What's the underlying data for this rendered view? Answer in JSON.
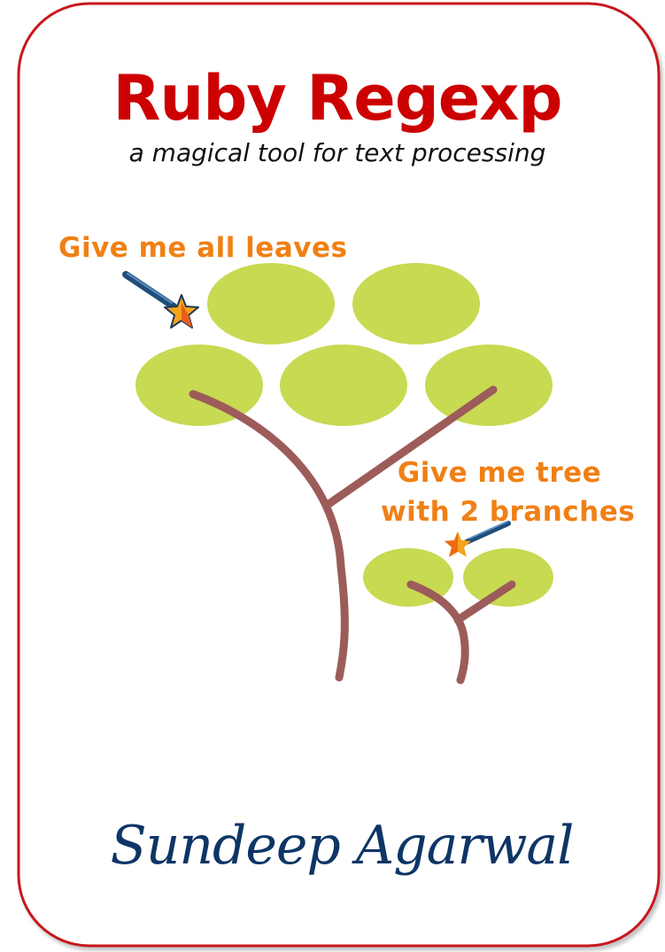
{
  "cover": {
    "title": "Ruby Regexp",
    "subtitle": "a magical tool for text processing",
    "author": "Sundeep Agarwal",
    "annotation_all_leaves": "Give me all leaves",
    "annotation_tree_line1": "Give me tree",
    "annotation_tree_line2": "with 2 branches"
  },
  "colors": {
    "border": "#c8161d",
    "title": "#cc0000",
    "annotation": "#f08014",
    "leaf": "#c8d952",
    "branch": "#9c5c5a",
    "author": "#0d3566",
    "wand": "#1f4e79",
    "star": "#f5a31a"
  },
  "icons": {
    "wand_1": "magic-wand-icon",
    "wand_2": "magic-wand-icon"
  }
}
